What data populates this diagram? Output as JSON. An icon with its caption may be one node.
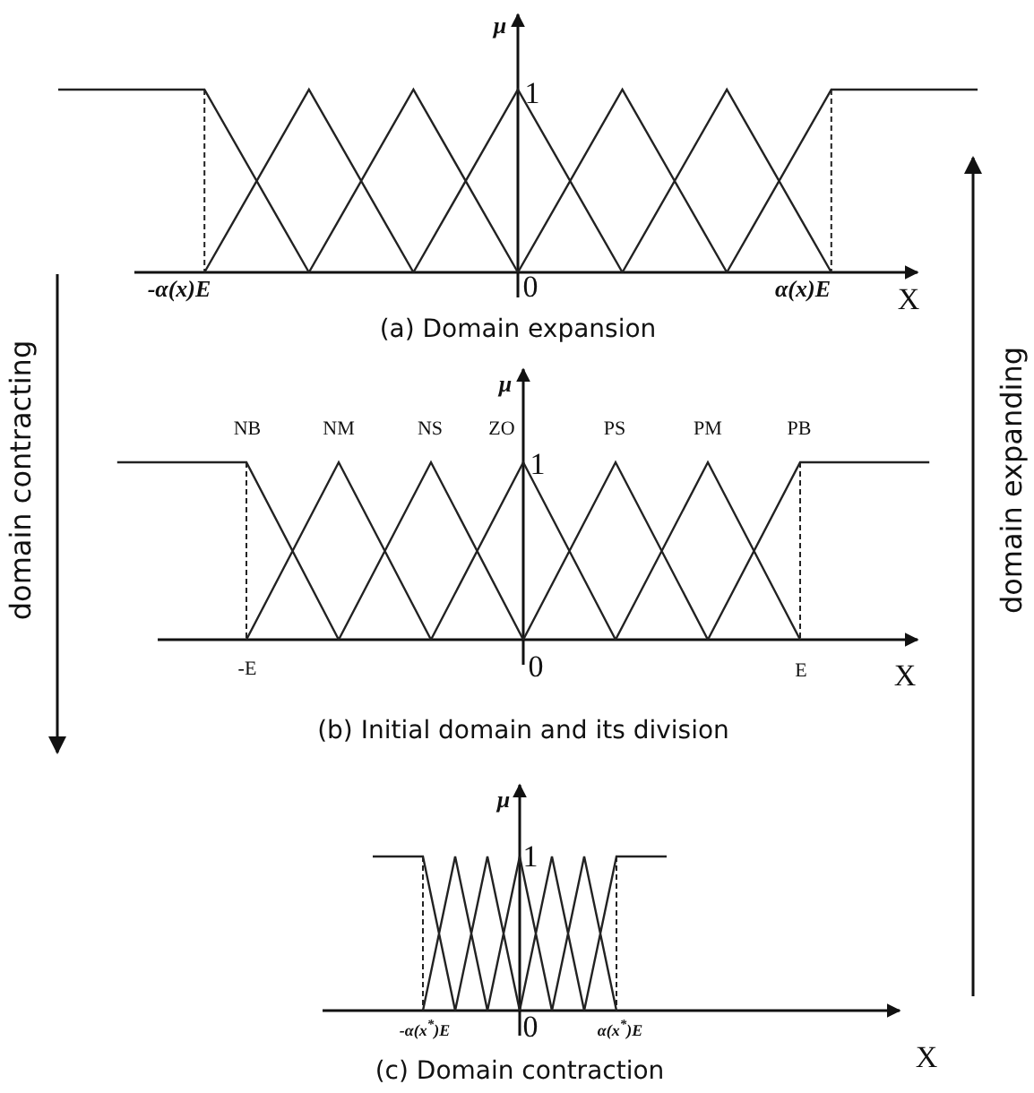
{
  "diagram": {
    "labels": [
      "μ",
      "1",
      "-α(x)E",
      "0",
      "α(x)E",
      "X",
      "(a) Domain expansion",
      "domain contracting",
      "domain expanding",
      "μ",
      "NB",
      "NM",
      "NS",
      "ZO",
      "PS",
      "PM",
      "PB",
      "1",
      "-E",
      "0",
      "E",
      "X",
      "(b) Initial domain and its division",
      "μ",
      "1",
      "-α(x$^{*}$)E",
      "0",
      "α(x$^{*}$)E",
      "X",
      "(c) Domain contraction"
    ]
  }
}
